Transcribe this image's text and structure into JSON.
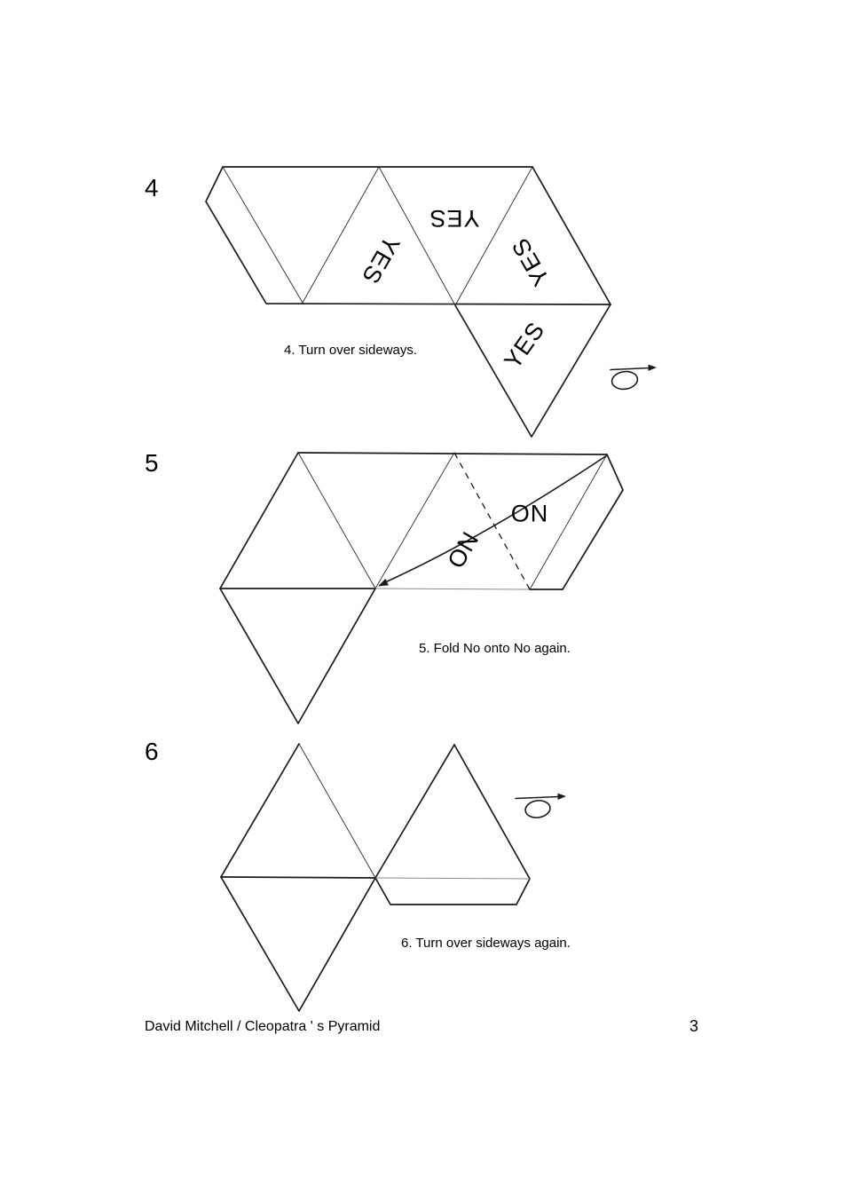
{
  "page": {
    "footer": "David Mitchell / Cleopatra ' s Pyramid",
    "page_number": "3"
  },
  "steps": [
    {
      "number": "4",
      "caption": "4. Turn over sideways.",
      "labels": [
        "YES",
        "YES",
        "YES",
        "YES"
      ]
    },
    {
      "number": "5",
      "caption": "5. Fold No onto No again.",
      "labels": [
        "NO",
        "NO"
      ]
    },
    {
      "number": "6",
      "caption": "6. Turn over sideways again.",
      "labels": []
    }
  ]
}
